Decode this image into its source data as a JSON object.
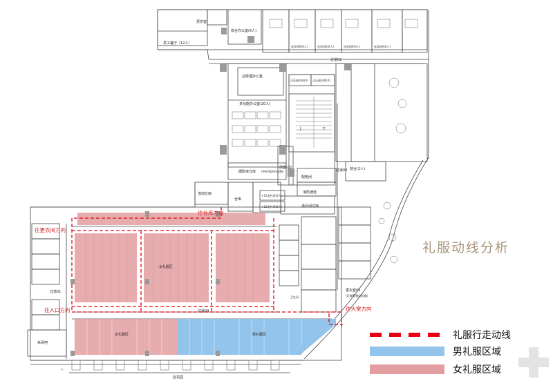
{
  "title": "礼服动线分析",
  "legend": [
    {
      "label": "礼服行走动线",
      "color": "#e60012"
    },
    {
      "label": "男礼服区域",
      "color": "#93c5ec"
    },
    {
      "label": "女礼服区域",
      "color": "#e29ea0"
    }
  ],
  "route_labels": {
    "to_warehouse": "往仓库方向",
    "to_changing": "往更衣间方向",
    "to_entrance": "往入口方向",
    "to_lobby": "往大堂方向"
  },
  "rooms": {
    "changing_top": "更衣室",
    "staff_canteen": "员工餐厅（12人）",
    "meeting_6": "综合办公室(6人)",
    "office_6a": "化妆间6(6人)",
    "office_6b": "化妆间6(6人)",
    "office_6c": "化妆间6(6人)",
    "office_6d": "化妆间6(6人)",
    "corridor_02": "过道02",
    "gm_office": "总经理办公室",
    "stair_a": "正压送风井(4)",
    "stair_b": "正压送风井(4)",
    "multi_office": "多功能办公室(20人)",
    "up": "上",
    "down": "下",
    "shoot_store": "摄影库仓库",
    "shoot_note": "(中转/临时存放物)",
    "front_room": "前室-02",
    "power_room": "配电间",
    "fire_passage": "消防通道",
    "front_desk": "前台(2人)",
    "corridor_03": "过道03",
    "mobile_store": "流动仓库",
    "warehouse": "仓库",
    "fitting_12a": "+12选片间(2人)",
    "fitting_12b": "+12选片间(2人)",
    "selection_corridor": "选片间过道",
    "female_zone": "女礼服区",
    "male_zone": "男礼服区",
    "female_zone_2": "女礼服区",
    "corridor_04": "过道04",
    "corridor_01": "过道01",
    "lounge": "休闲吧",
    "garden": "后花园",
    "changing_room": "更衣室02",
    "equipment": "(可放置/移动设备)",
    "wc": "卫生间",
    "aisle_note": "入"
  }
}
